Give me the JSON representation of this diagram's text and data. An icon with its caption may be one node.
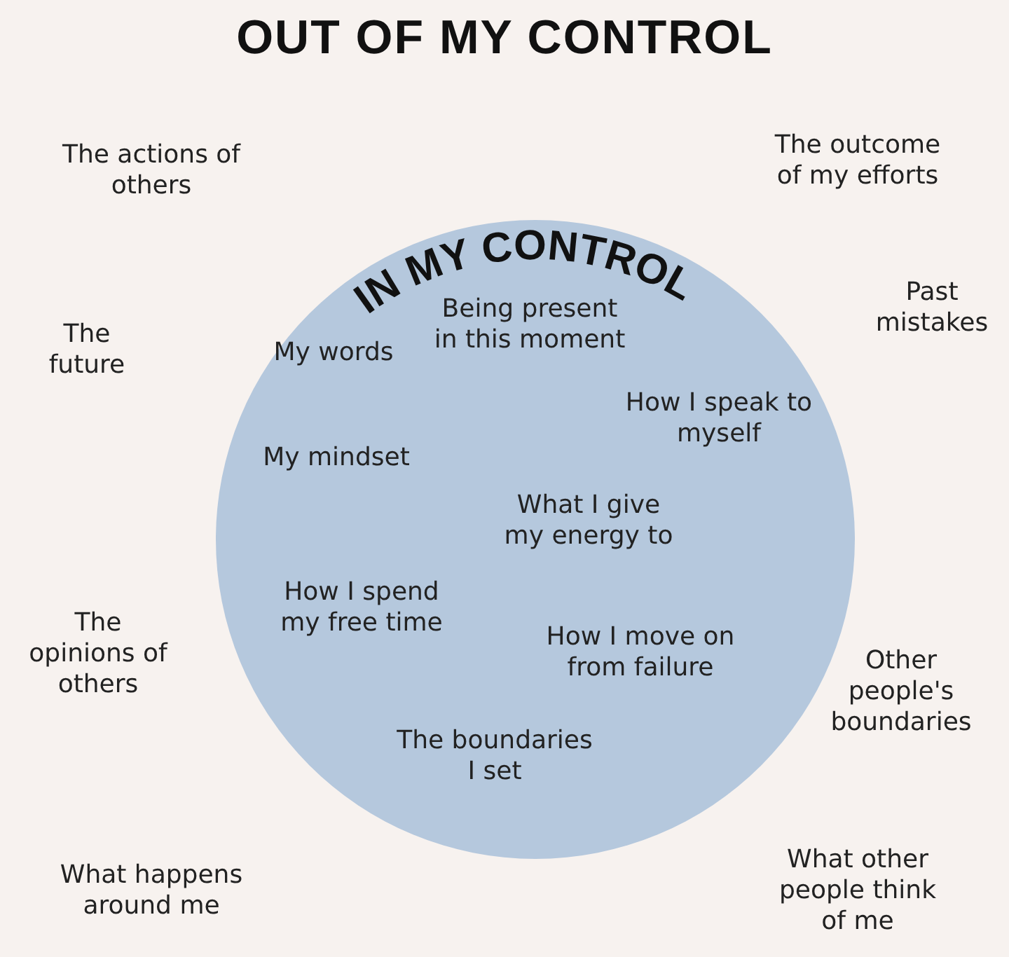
{
  "diagram": {
    "title": "OUT OF MY CONTROL",
    "nodes": [
      {
        "text": [
          "IN MY CONTROL",
          "Being present in this moment",
          "My words",
          "How I speak to myself",
          "My mindset",
          "What I give my energy to",
          "How I spend my free time",
          "How I move on from failure",
          "The boundaries I set"
        ]
      }
    ],
    "labels": [
      "The actions of others",
      "The outcome of my efforts",
      "The future",
      "Past mistakes",
      "The opinions of others",
      "Other people's boundaries",
      "What happens around me",
      "What other people think of me"
    ]
  }
}
